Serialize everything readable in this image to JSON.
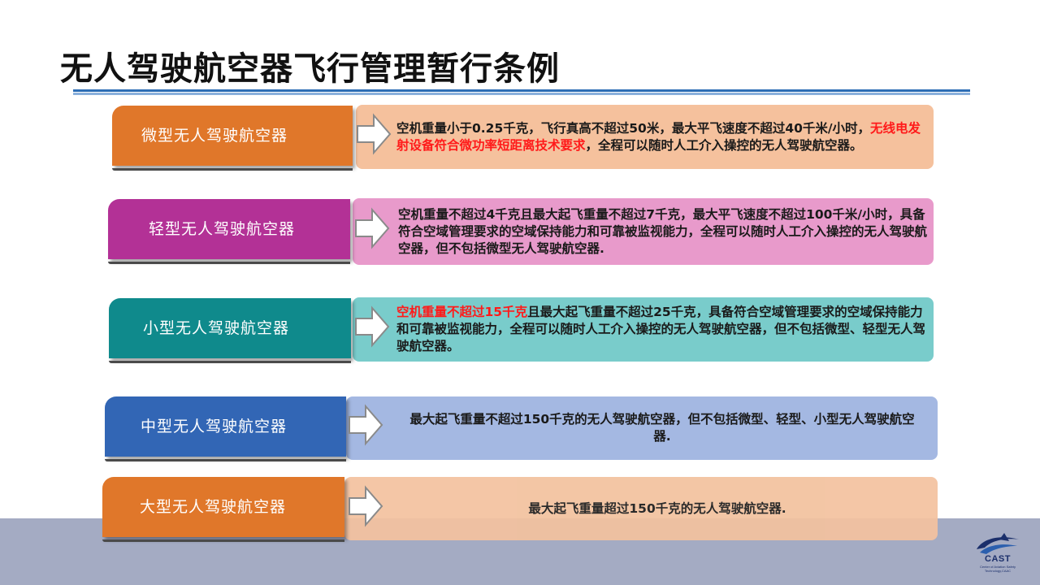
{
  "title": "无人驾驶航空器飞行管理暂行条例",
  "colors": {
    "title_rule": "#2d6db5",
    "bottom_band": "#a4abc3",
    "highlight_red": "#ff1a1a"
  },
  "categories": [
    {
      "label": "微型无人驾驶航空器",
      "badge_color": "#e0772a",
      "desc_color": "#f5c19d",
      "desc_parts": [
        {
          "text": "空机重量小于0.25千克，飞行真高不超过50米，最大平飞速度不超过40千米/小时，"
        },
        {
          "text": "无线电发射设备符合微功率短距离技术要求",
          "highlight": true
        },
        {
          "text": "，全程可以随时人工介入操控的无人驾驶航空器。"
        }
      ]
    },
    {
      "label": "轻型无人驾驶航空器",
      "badge_color": "#b33196",
      "desc_color": "#e89acb",
      "desc_parts": [
        {
          "text": "空机重量不超过4千克且最大起飞重量不超过7千克，最大平飞速度不超过100千米/小时，具备符合空域管理要求的空域保持能力和可靠被监视能力，全程可以随时人工介入操控的无人驾驶航空器，但不包括微型无人驾驶航空器."
        }
      ]
    },
    {
      "label": "小型无人驾驶航空器",
      "badge_color": "#0f8a8c",
      "desc_color": "#79cccb",
      "desc_parts": [
        {
          "text": "空机重量不超过15千克",
          "highlight": true
        },
        {
          "text": "且最大起飞重量不超过25千克，具备符合空域管理要求的空域保持能力和可靠被监视能力，全程可以随时人工介入操控的无人驾驶航空器，但不包括微型、轻型无人驾驶航空器。"
        }
      ]
    },
    {
      "label": "中型无人驾驶航空器",
      "badge_color": "#3266b5",
      "desc_color": "#a4b8e2",
      "desc_parts": [
        {
          "text": "最大起飞重量不超过150千克的无人驾驶航空器，但不包括微型、轻型、小型无人驾驶航空器."
        }
      ]
    },
    {
      "label": "大型无人驾驶航空器",
      "badge_color": "#e0772a",
      "desc_color": "#f3c29f",
      "desc_parts": [
        {
          "text": "最大起飞重量超过150千克的无人驾驶航空器."
        }
      ]
    }
  ],
  "logo": {
    "name": "CAST",
    "subtitle": "Center of Aviation Safety Technology,CAAC",
    "icon": "cast-logo-icon"
  }
}
